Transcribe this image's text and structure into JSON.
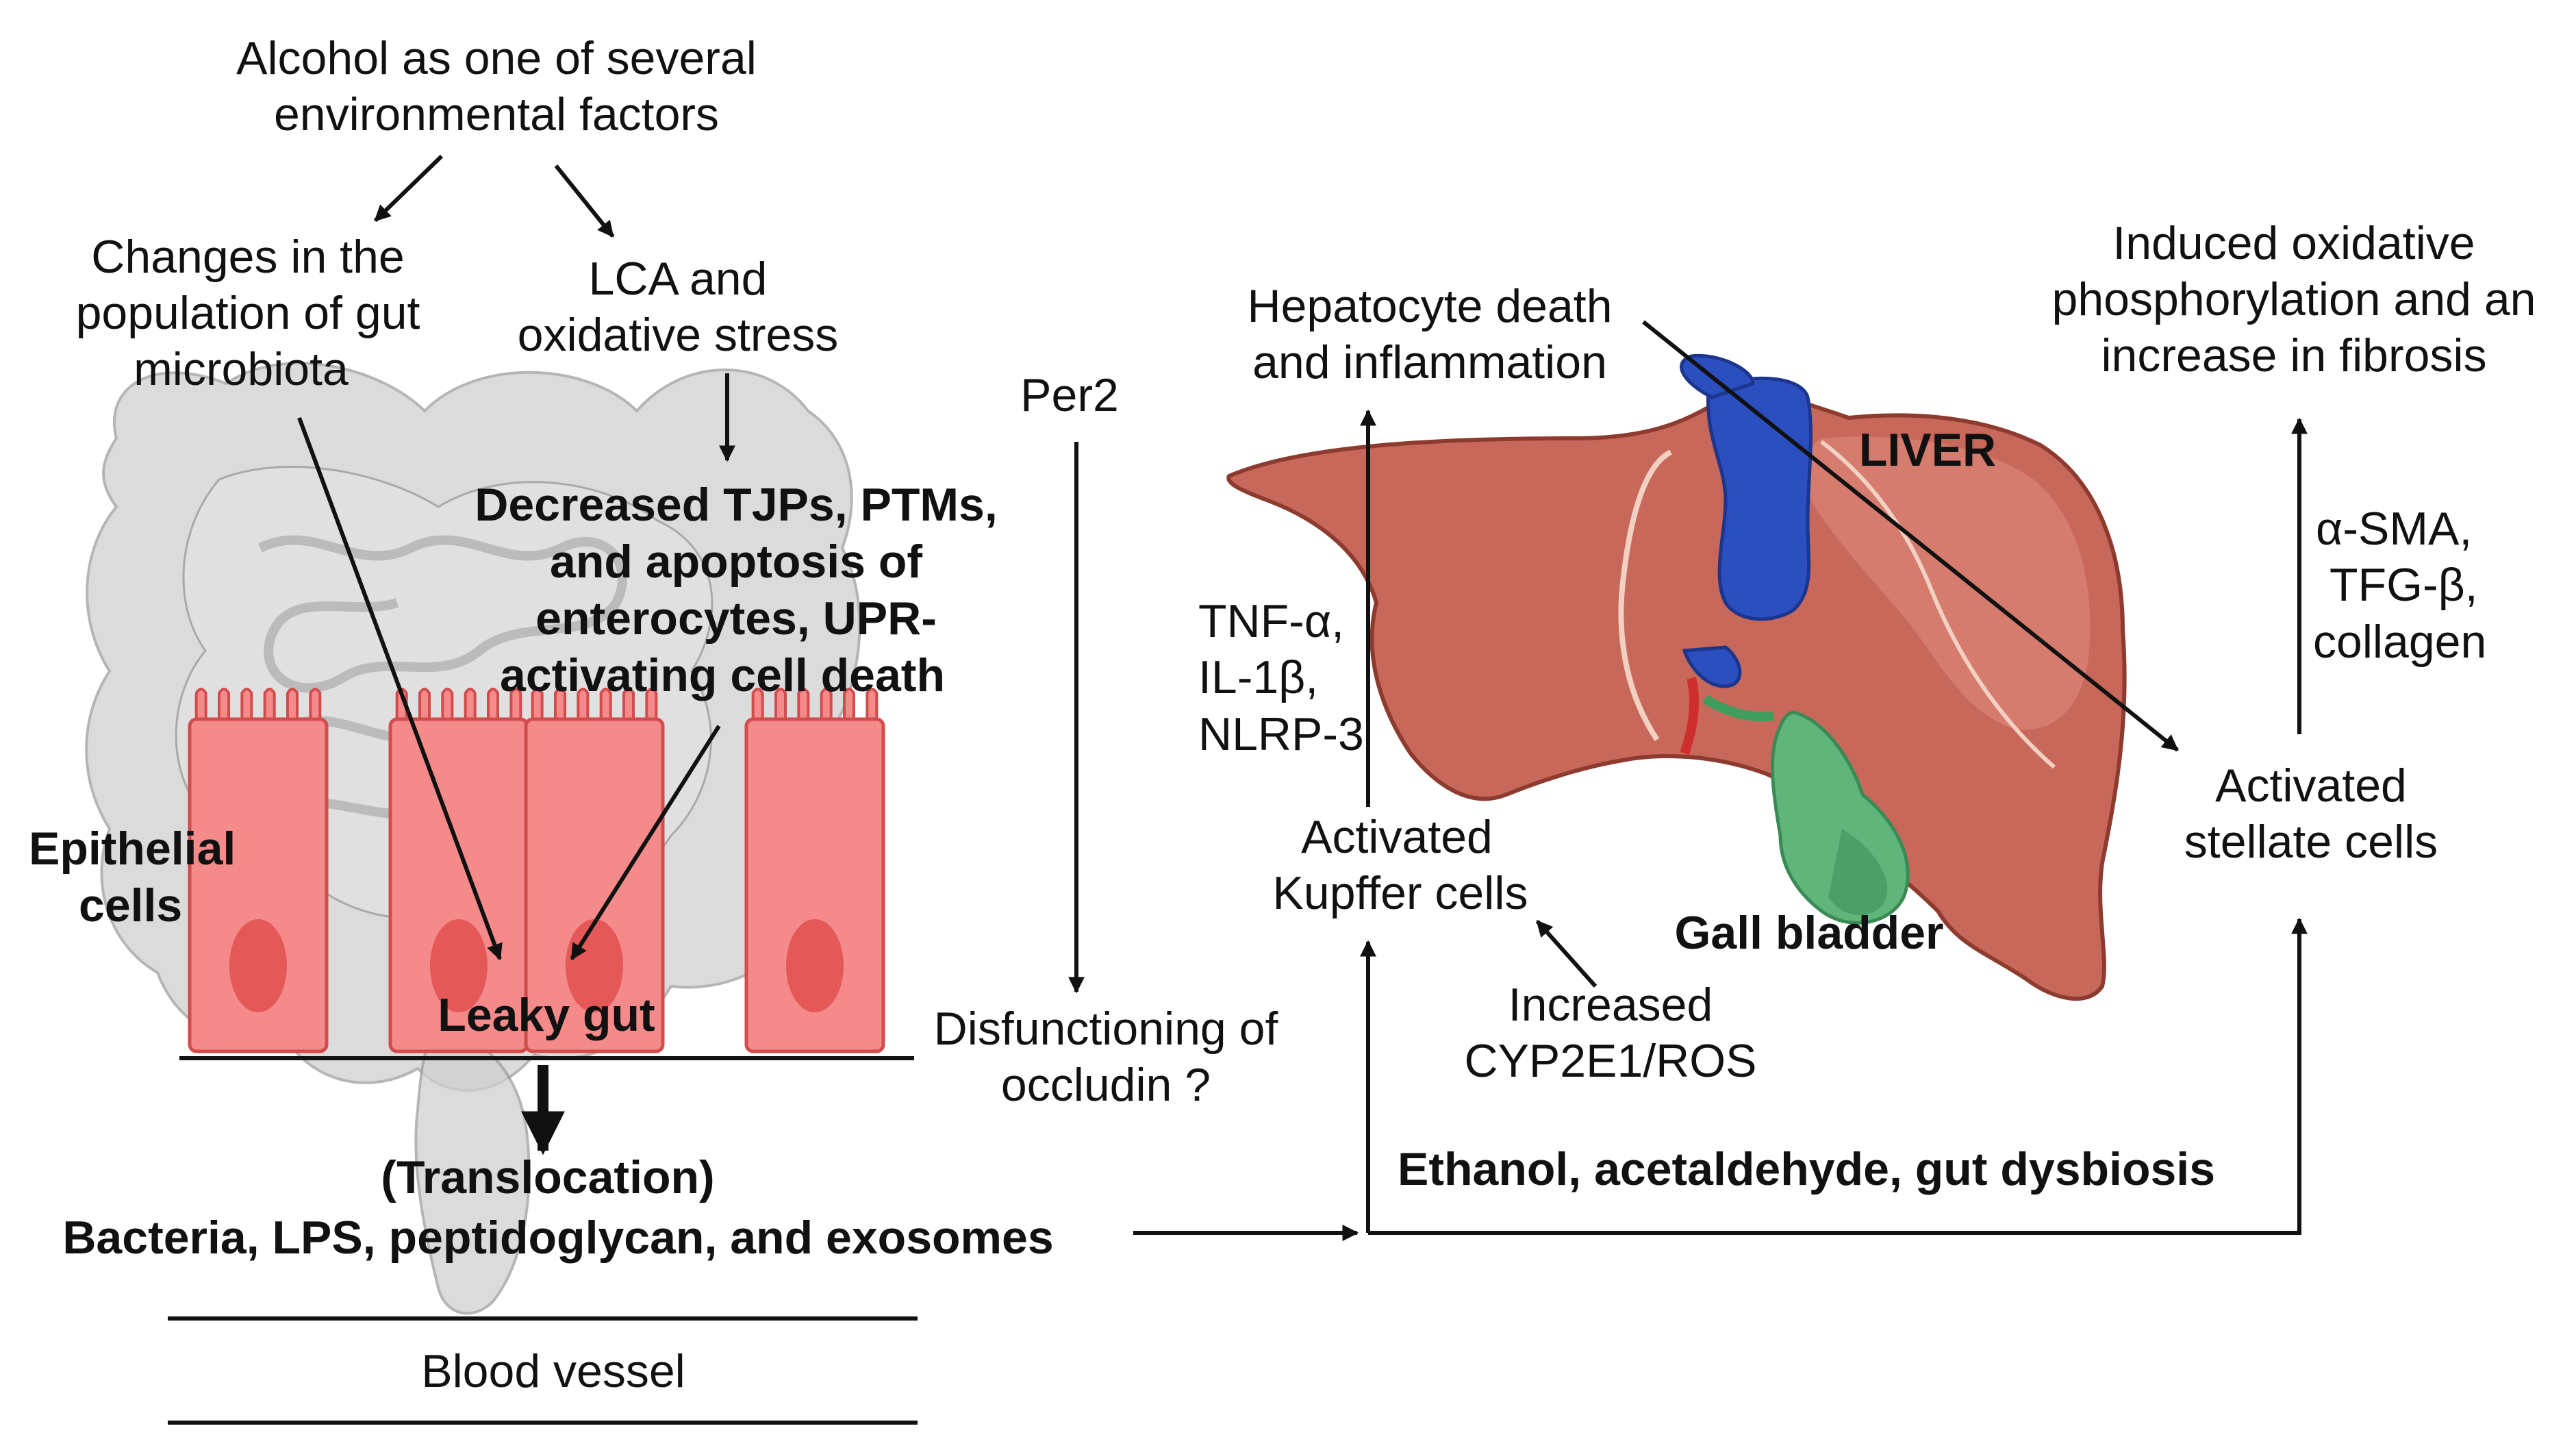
{
  "colors": {
    "gut_gray": "#cfcfcf",
    "gut_gray_light": "#e2e2e2",
    "gut_gray_dark": "#9d9d9d",
    "cell_fill": "#f48a8a",
    "cell_stroke": "#d24c4c",
    "nucleus": "#e45858",
    "liver_fill": "#c8685a",
    "liver_light": "#dd8a7c",
    "liver_stroke": "#8e3b2f",
    "vein_blue": "#2b4fbf",
    "vein_dark": "#1c358d",
    "artery_red": "#cf2e2e",
    "duct_green": "#3f9e5e",
    "gall_green": "#5fb57a",
    "gall_dark": "#3b8a55",
    "arrow": "#111111"
  },
  "icons": [
    "intestine-illustration",
    "epithelial-cell-icon",
    "liver-illustration",
    "gall-bladder-icon",
    "vena-cava-icon"
  ],
  "labels": {
    "alcohol_line1": "Alcohol as one of several",
    "alcohol_line2": "environmental factors",
    "microbiota_line1": "Changes in the",
    "microbiota_line2": "population of gut",
    "microbiota_line3": "microbiota",
    "lca_line1": "LCA and",
    "lca_line2": "oxidative stress",
    "tjp_line1": "Decreased TJPs, PTMs,",
    "tjp_line2": "and apoptosis of",
    "tjp_line3": "enterocytes, UPR-",
    "tjp_line4": "activating cell death",
    "epithelial_line1": "Epithelial",
    "epithelial_line2": "cells",
    "leaky_gut": "Leaky gut",
    "translocation": "(Translocation)",
    "bacteria": "Bacteria, LPS, peptidoglycan, and exosomes",
    "blood_vessel": "Blood vessel",
    "per2": "Per2",
    "occludin_line1": "Disfunctioning of",
    "occludin_line2": "occludin ?",
    "hepatocyte_line1": "Hepatocyte death",
    "hepatocyte_line2": "and inflammation",
    "tnf": "TNF-α,",
    "il1b": "IL-1β,",
    "nlrp3": "NLRP-3",
    "kupffer_line1": "Activated",
    "kupffer_line2": "Kupffer cells",
    "cyp_line1": "Increased",
    "cyp_line2": "CYP2E1/ROS",
    "liver": "LIVER",
    "gall_bladder": "Gall bladder",
    "oxphos_line1": "Induced oxidative",
    "oxphos_line2": "phosphorylation  and  an",
    "oxphos_line3": "increase in fibrosis",
    "asma": "α-SMA,",
    "tgfb": "TFG-β,",
    "collagen": "collagen",
    "stellate_line1": "Activated",
    "stellate_line2": "stellate cells",
    "ethanol": "Ethanol, acetaldehyde, gut dysbiosis"
  }
}
